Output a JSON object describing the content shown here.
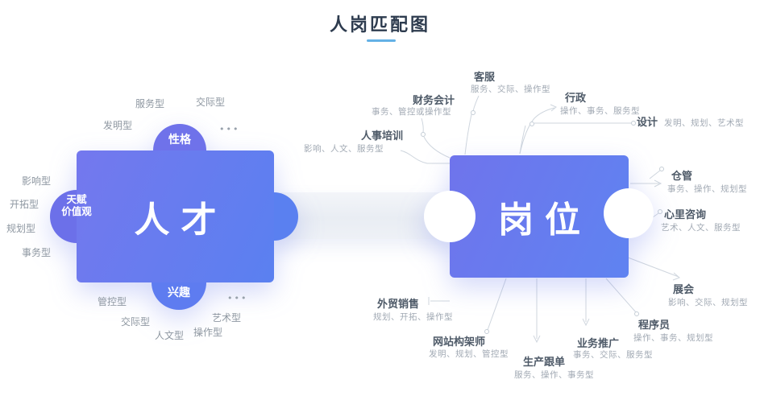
{
  "title": {
    "text": "人岗匹配图"
  },
  "colors": {
    "accent_underline": "#63b1e6",
    "piece_gradient_start": "#7478ee",
    "piece_gradient_end": "#5a80f0",
    "title_text": "#2d3b4e",
    "trait_label": "#8e97a1",
    "job_title": "#4e5a68",
    "job_subtitle": "#a2aab4",
    "trace_line": "#cfd6de"
  },
  "talent": {
    "title": "人才",
    "personality": "性格",
    "values_line1": "天赋",
    "values_line2": "价值观",
    "interest": "兴趣",
    "traits": [
      "服务型",
      "交际型",
      "发明型",
      "•••",
      "影响型",
      "开拓型",
      "规划型",
      "事务型",
      "管控型",
      "交际型",
      "人文型",
      "操作型",
      "艺术型",
      "•••"
    ]
  },
  "position": {
    "title": "岗位",
    "jobs": [
      {
        "name": "客服",
        "types": "服务、交际、操作型"
      },
      {
        "name": "财务会计",
        "types": "事务、管控或操作型"
      },
      {
        "name": "行政",
        "types": "操作、事务、服务型"
      },
      {
        "name": "设计",
        "types": "发明、规划、艺术型"
      },
      {
        "name": "人事培训",
        "types": "影响、人文、服务型"
      },
      {
        "name": "仓管",
        "types": "事务、操作、规划型"
      },
      {
        "name": "心里咨询",
        "types": "艺术、人文、服务型"
      },
      {
        "name": "展会",
        "types": "影响、交际、规划型"
      },
      {
        "name": "程序员",
        "types": "操作、事务、规划型"
      },
      {
        "name": "外贸销售",
        "types": "规划、开拓、操作型"
      },
      {
        "name": "网站构架师",
        "types": "发明、规划、管控型"
      },
      {
        "name": "生产跟单",
        "types": "服务、操作、事务型"
      },
      {
        "name": "业务推广",
        "types": "事务、交际、服务型"
      }
    ]
  }
}
